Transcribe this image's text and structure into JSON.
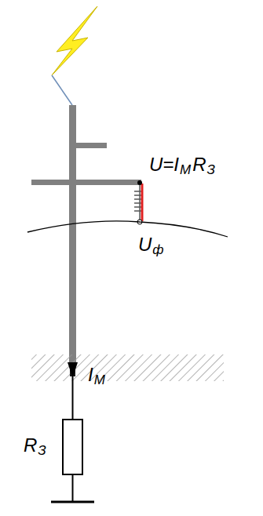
{
  "diagram": {
    "labels": [
      "U=I",
      "М",
      "R",
      "З",
      "U",
      "ф",
      "I",
      "М",
      "R",
      "З"
    ]
  }
}
